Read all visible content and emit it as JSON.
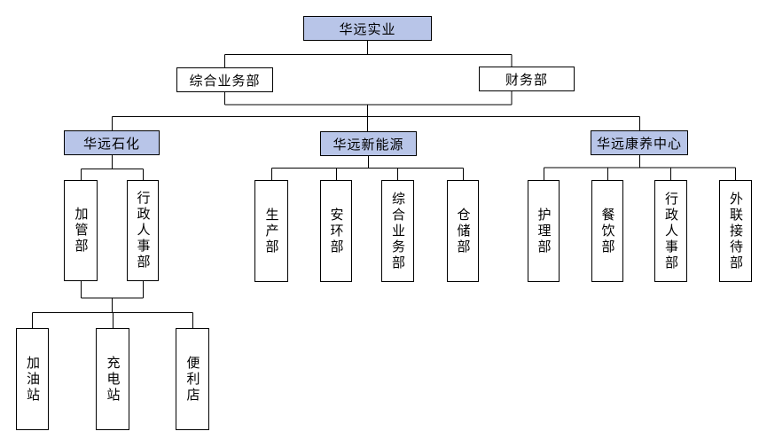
{
  "colors": {
    "node_fill": "#b8c5e8",
    "node_border": "#000000",
    "connector": "#000000",
    "background": "#ffffff"
  },
  "org_chart": {
    "root": {
      "label": "华远实业"
    },
    "staff_departments": [
      {
        "label": "综合业务部"
      },
      {
        "label": "财务部"
      }
    ],
    "subsidiaries": [
      {
        "label": "华远石化",
        "departments": [
          {
            "label": "加管部"
          },
          {
            "label": "行政人事部"
          }
        ],
        "stations": [
          {
            "label": "加油站"
          },
          {
            "label": "充电站"
          },
          {
            "label": "便利店"
          }
        ]
      },
      {
        "label": "华远新能源",
        "departments": [
          {
            "label": "生产部"
          },
          {
            "label": "安环部"
          },
          {
            "label": "综合业务部"
          },
          {
            "label": "仓储部"
          }
        ]
      },
      {
        "label": "华远康养中心",
        "departments": [
          {
            "label": "护理部"
          },
          {
            "label": "餐饮部"
          },
          {
            "label": "行政人事部"
          },
          {
            "label": "外联接待部"
          }
        ]
      }
    ]
  }
}
